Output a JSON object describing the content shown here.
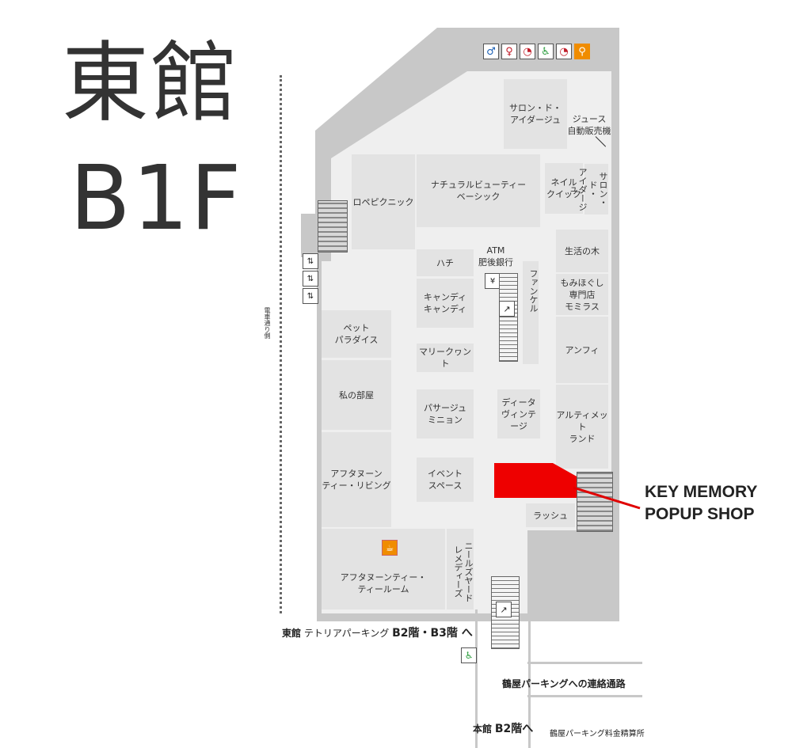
{
  "title": {
    "building": "東館",
    "floor": "B1F"
  },
  "street_label": "電車通り側",
  "popup": {
    "label": "KEY MEMORY\nPOPUP SHOP",
    "color": "#ee0000"
  },
  "shops": {
    "salon_top": "サロン・ド・\nアイダージュ",
    "juice": "ジュース\n自動販売機",
    "rope": "ロペピクニック",
    "natural": "ナチュラルビューティー\nベーシック",
    "nail": "ネイル\nクイック",
    "salon_side": "サロン・ド・\nアイダージュ",
    "hachi": "ハチ",
    "atm": "ATM\n肥後銀行",
    "candy": "キャンディ\nキャンディ",
    "fancl": "ファンケル",
    "seikatsu": "生活の木",
    "momi": "もみほぐし\n専門店\nモミラス",
    "pet": "ペット\nパラダイス",
    "mary": "マリークヮント",
    "anfi": "アンフィ",
    "watashi": "私の部屋",
    "passage": "パサージュ\nミニョン",
    "dieta": "ディータ\nヴィンテージ",
    "ultimate": "アルティメット\nランド",
    "afternoon_living": "アフタヌーン\nティー・リビング",
    "event": "イベント\nスペース",
    "lush": "ラッシュ",
    "afternoon_room": "アフタヌーンティー・\nティールーム",
    "neal": "ニールズヤード\nレメディーズ"
  },
  "labels": {
    "parking_east_prefix": "東館",
    "parking_east": "テトリアパーキング",
    "parking_east_floors": "B2階・B3階 へ",
    "tsuruya_passage": "鶴屋パーキングへの連絡通路",
    "main_prefix": "本館",
    "main_floor": "B2階へ",
    "tsuruya_payment": "鶴屋パーキング料金精算所"
  },
  "icons": [
    "male-restroom-icon",
    "female-restroom-icon",
    "baby-icon",
    "accessible-restroom-icon",
    "baby-icon",
    "nursing-icon",
    "atm-icon",
    "escalator-icon",
    "elevator-icon",
    "cafe-icon",
    "wheelchair-icon"
  ]
}
